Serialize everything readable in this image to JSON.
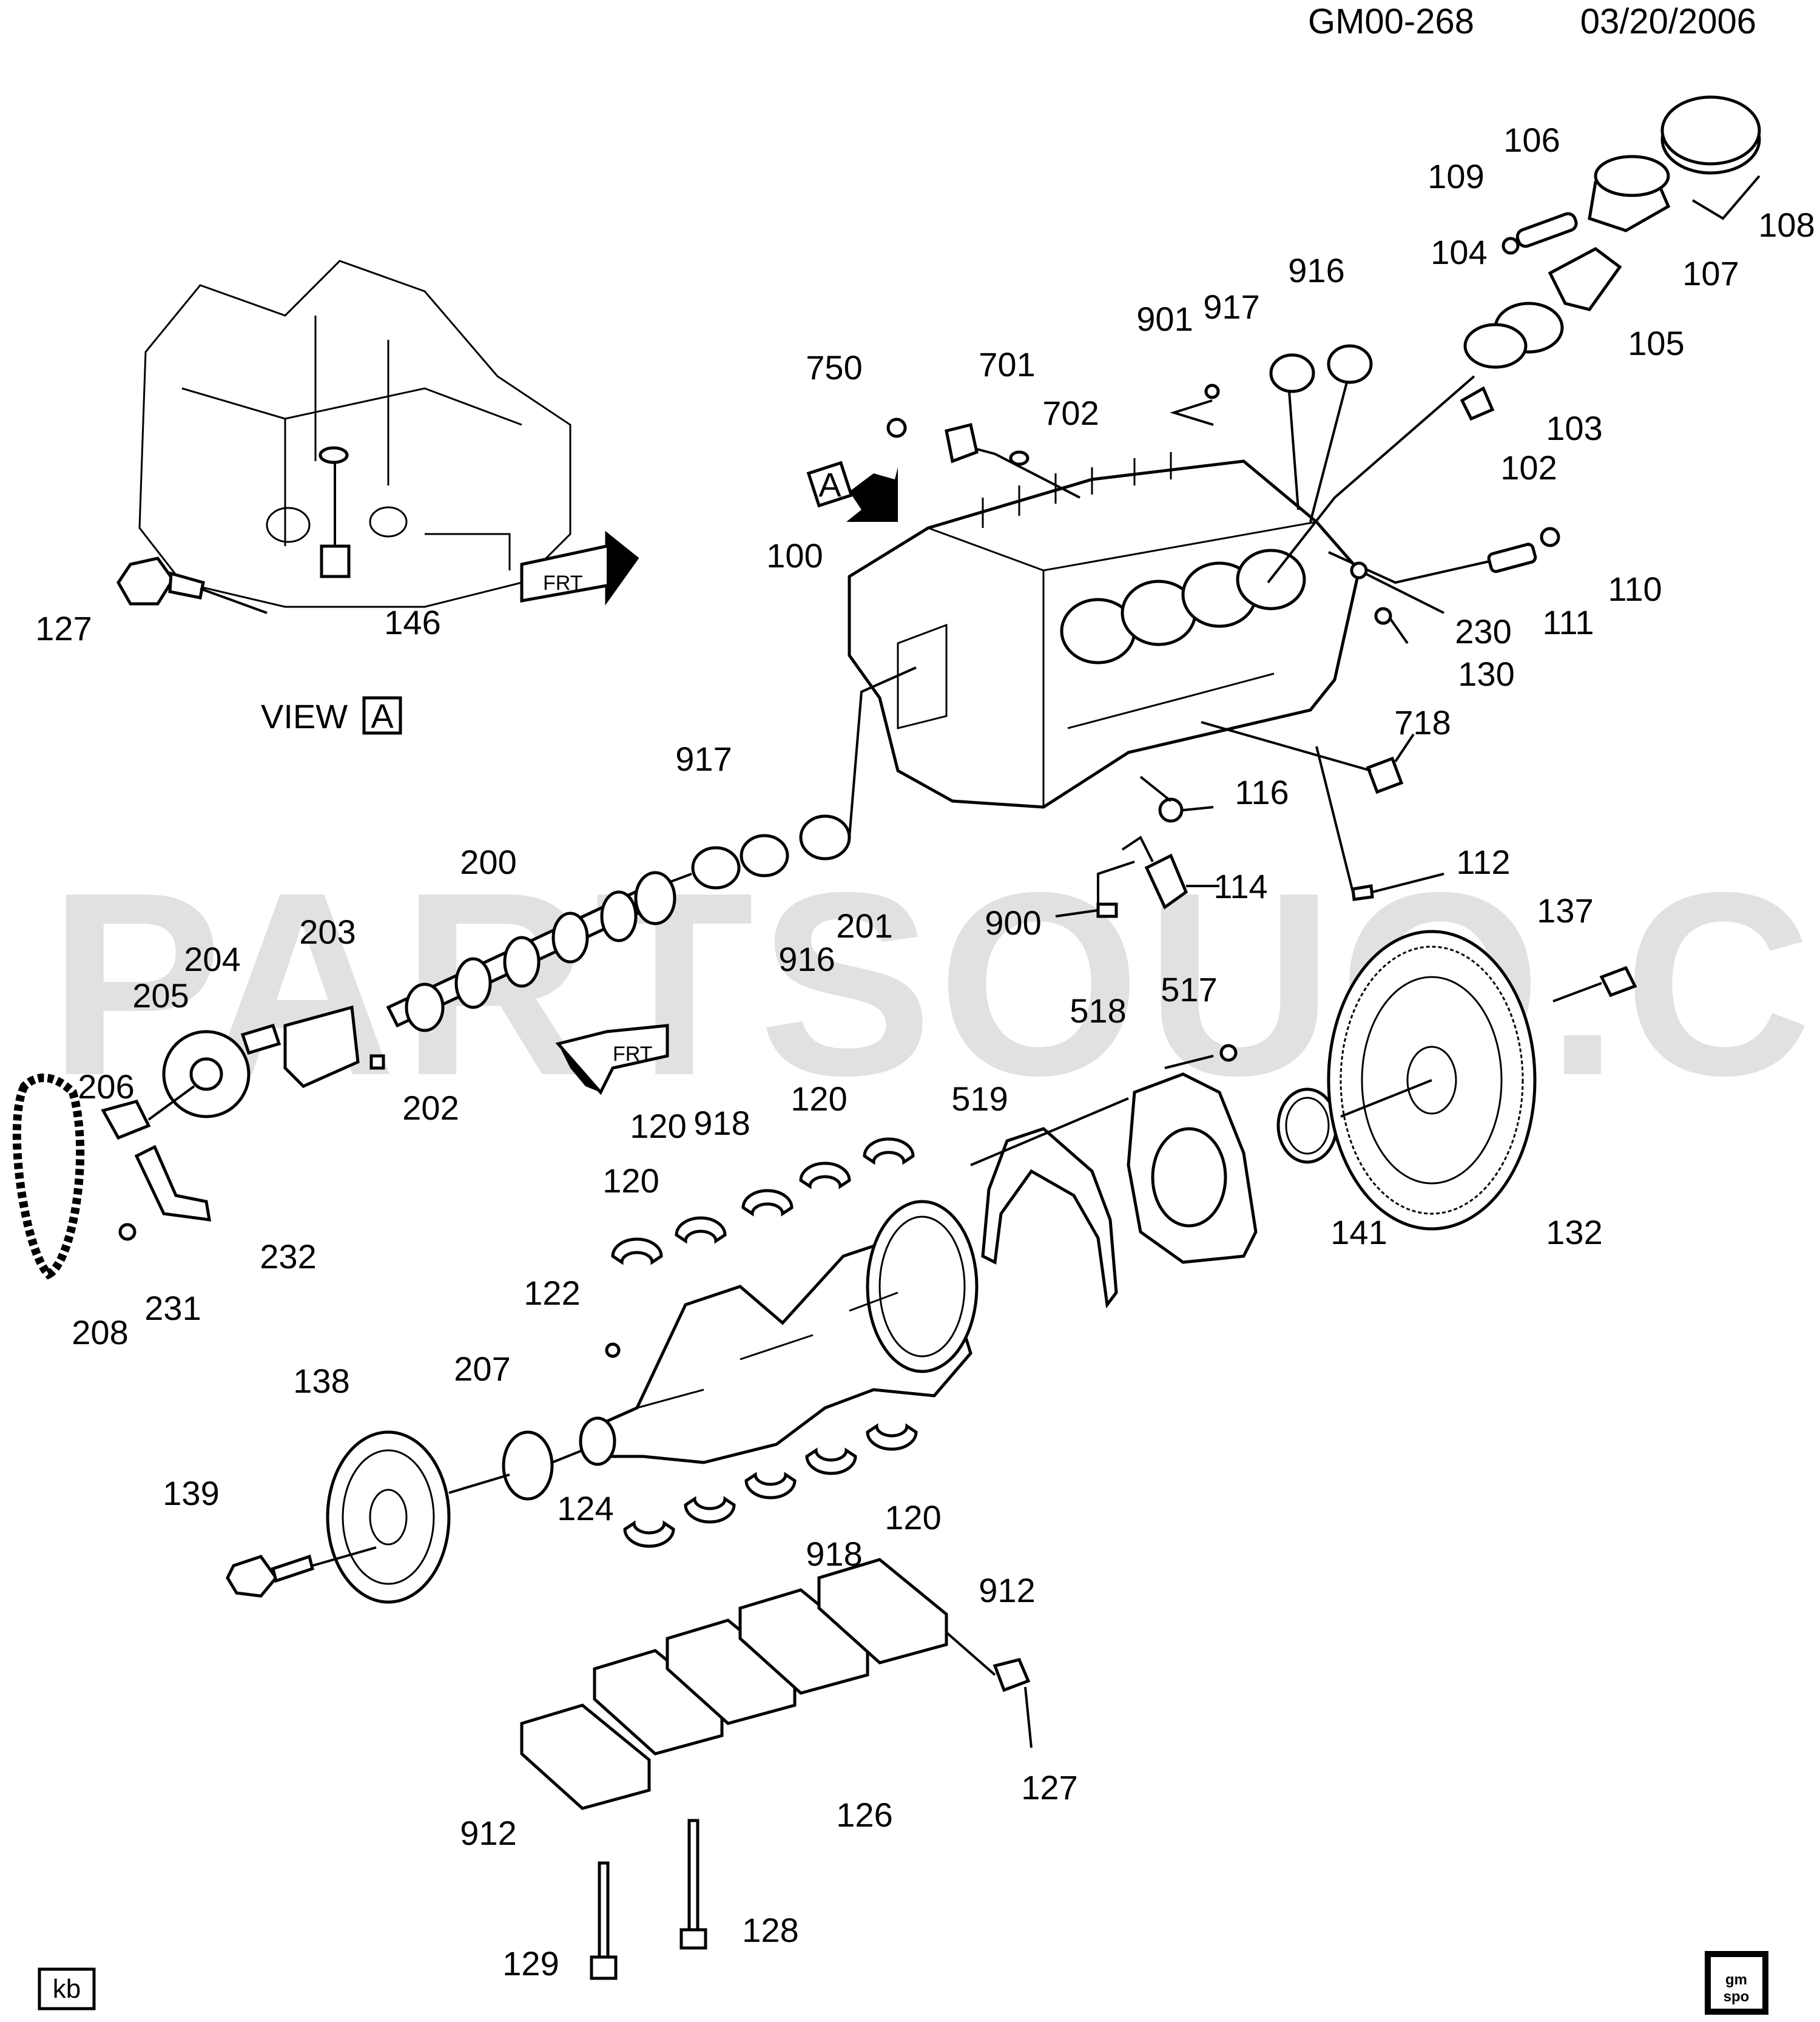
{
  "header": {
    "code": "GM00-268",
    "date": "03/20/2006"
  },
  "watermark": "PARTSOUQ.COM",
  "view_label": "VIEW",
  "view_tag": "A",
  "frt_label": "FRT",
  "corner_tag": "kb",
  "logo_text": "gm spo",
  "callouts": [
    {
      "id": "c100",
      "text": "100"
    },
    {
      "id": "c102",
      "text": "102"
    },
    {
      "id": "c103",
      "text": "103"
    },
    {
      "id": "c104",
      "text": "104"
    },
    {
      "id": "c105",
      "text": "105"
    },
    {
      "id": "c106",
      "text": "106"
    },
    {
      "id": "c107",
      "text": "107"
    },
    {
      "id": "c108",
      "text": "108"
    },
    {
      "id": "c109",
      "text": "109"
    },
    {
      "id": "c110",
      "text": "110"
    },
    {
      "id": "c111",
      "text": "111"
    },
    {
      "id": "c112",
      "text": "112"
    },
    {
      "id": "c114",
      "text": "114"
    },
    {
      "id": "c116",
      "text": "116"
    },
    {
      "id": "c120a",
      "text": "120"
    },
    {
      "id": "c120b",
      "text": "120"
    },
    {
      "id": "c120c",
      "text": "120"
    },
    {
      "id": "c120d",
      "text": "120"
    },
    {
      "id": "c122",
      "text": "122"
    },
    {
      "id": "c124",
      "text": "124"
    },
    {
      "id": "c126",
      "text": "126"
    },
    {
      "id": "c127a",
      "text": "127"
    },
    {
      "id": "c127b",
      "text": "127"
    },
    {
      "id": "c128",
      "text": "128"
    },
    {
      "id": "c129",
      "text": "129"
    },
    {
      "id": "c130",
      "text": "130"
    },
    {
      "id": "c132",
      "text": "132"
    },
    {
      "id": "c137",
      "text": "137"
    },
    {
      "id": "c138",
      "text": "138"
    },
    {
      "id": "c139",
      "text": "139"
    },
    {
      "id": "c141",
      "text": "141"
    },
    {
      "id": "c146",
      "text": "146"
    },
    {
      "id": "c200",
      "text": "200"
    },
    {
      "id": "c201",
      "text": "201"
    },
    {
      "id": "c202",
      "text": "202"
    },
    {
      "id": "c203",
      "text": "203"
    },
    {
      "id": "c204",
      "text": "204"
    },
    {
      "id": "c205",
      "text": "205"
    },
    {
      "id": "c206",
      "text": "206"
    },
    {
      "id": "c207",
      "text": "207"
    },
    {
      "id": "c208",
      "text": "208"
    },
    {
      "id": "c230",
      "text": "230"
    },
    {
      "id": "c231",
      "text": "231"
    },
    {
      "id": "c232",
      "text": "232"
    },
    {
      "id": "c517",
      "text": "517"
    },
    {
      "id": "c518",
      "text": "518"
    },
    {
      "id": "c519",
      "text": "519"
    },
    {
      "id": "c701",
      "text": "701"
    },
    {
      "id": "c702",
      "text": "702"
    },
    {
      "id": "c718",
      "text": "718"
    },
    {
      "id": "c750",
      "text": "750"
    },
    {
      "id": "c900",
      "text": "900"
    },
    {
      "id": "c901",
      "text": "901"
    },
    {
      "id": "c912a",
      "text": "912"
    },
    {
      "id": "c912b",
      "text": "912"
    },
    {
      "id": "c916a",
      "text": "916"
    },
    {
      "id": "c916b",
      "text": "916"
    },
    {
      "id": "c917a",
      "text": "917"
    },
    {
      "id": "c917b",
      "text": "917"
    },
    {
      "id": "c918a",
      "text": "918"
    },
    {
      "id": "c918b",
      "text": "918"
    }
  ]
}
